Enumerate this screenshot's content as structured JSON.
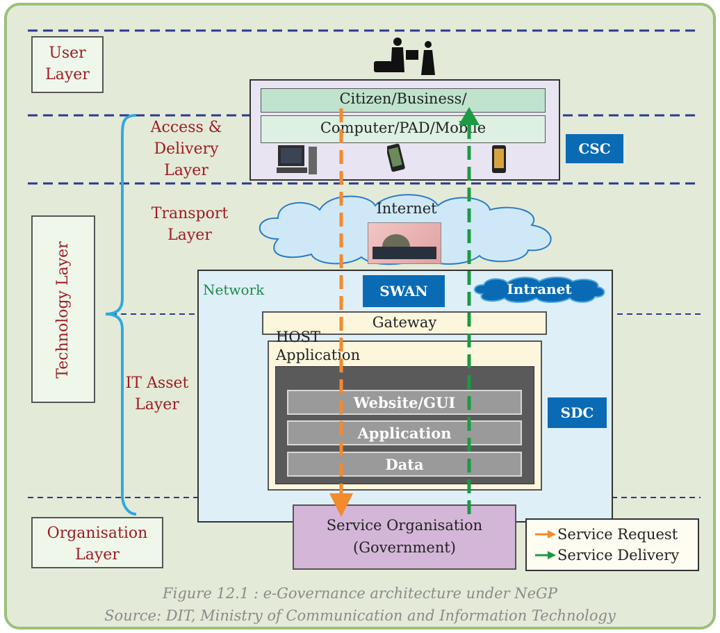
{
  "layers": {
    "user": "User Layer",
    "access": "Access & Delivery Layer",
    "transport": "Transport Layer",
    "technology": "Technology Layer",
    "it_asset": "IT Asset Layer",
    "organisation": "Organisation Layer"
  },
  "csc": {
    "citizen_text": "Citizen/Business/",
    "device_text": "Computer/PAD/Mobile",
    "badge": "CSC"
  },
  "internet_label": "Internet",
  "network": {
    "label": "Network",
    "swan": "SWAN",
    "intranet": "Intranet"
  },
  "gateway": "Gateway",
  "host": {
    "label": "HOST Application",
    "layers": [
      "Website/GUI",
      "Application",
      "Data"
    ]
  },
  "sdc_badge": "SDC",
  "service_org": {
    "line1": "Service Organisation",
    "line2": "(Government)"
  },
  "legend": [
    {
      "label": "Service Request",
      "color": "#f28a2e"
    },
    {
      "label": "Service Delivery",
      "color": "#1c9a44"
    }
  ],
  "caption": {
    "title": "Figure 12.1 : e-Governance architecture under NeGP",
    "source": "Source: DIT, Ministry of Communication and Information Technology"
  },
  "colors": {
    "panel_bg": "#e4ead8",
    "panel_border": "#9cc07a",
    "dashed_line": "#2a3a8c",
    "label_red": "#9b1c23",
    "brace": "#2fa9e0",
    "badge_blue": "#0a6bb4",
    "request_arrow": "#f28a2e",
    "delivery_arrow": "#1c9a44"
  }
}
